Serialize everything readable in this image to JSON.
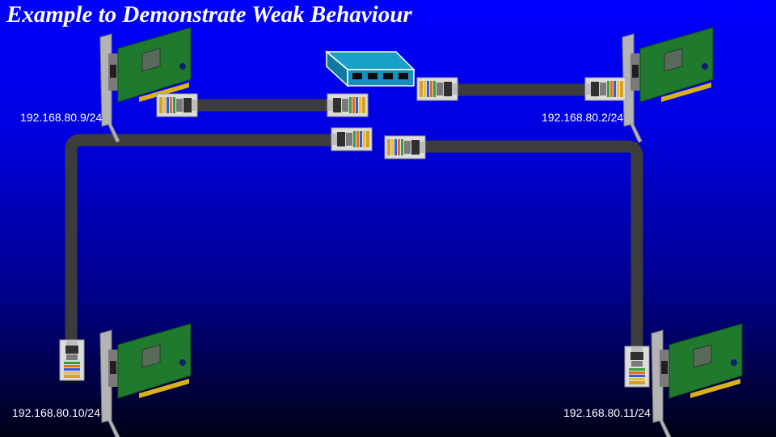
{
  "title": "Example to Demonstrate Weak Behaviour",
  "nics": [
    {
      "id": "nic-top-left",
      "ip": "192.168.80.9/24"
    },
    {
      "id": "nic-top-right",
      "ip": "192.168.80.2/24"
    },
    {
      "id": "nic-bottom-left",
      "ip": "192.168.80.10/24"
    },
    {
      "id": "nic-bottom-right",
      "ip": "192.168.80.11/24"
    }
  ],
  "switch": {
    "ports": 4,
    "color": "#1aa0c8"
  },
  "colors": {
    "cable": "#3c3c3c",
    "pcb": "#1f7a2e",
    "bracket": "#b4b4b4",
    "connector": "#dcdcdc"
  }
}
